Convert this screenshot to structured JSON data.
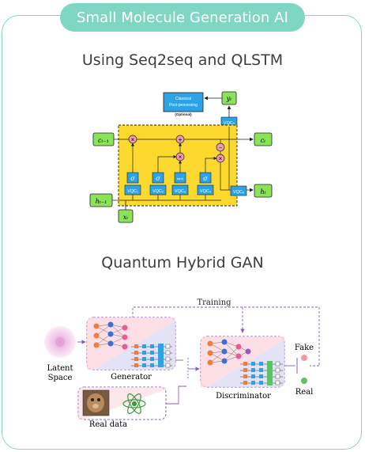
{
  "header": {
    "title": "Small Molecule Generation AI"
  },
  "section1": {
    "title": "Using Seq2seq and QLSTM",
    "diagram": {
      "postproc_line1": "Classical",
      "postproc_line2": "Post-processing",
      "postproc_note": "(Optional)",
      "y_out": "yₜ",
      "c_prev": "cₜ₋₁",
      "c_out": "cₜ",
      "h_prev": "hₜ₋₁",
      "h_out": "hₜ",
      "x_in": "xₜ",
      "vqc_labels": [
        "VQC₁",
        "VQC₂",
        "VQC₃",
        "VQC₄",
        "VQC₅",
        "VQC₆"
      ],
      "sigma": "σ",
      "tanh": "tanh",
      "colors": {
        "yellow": "#fbd92e",
        "node_green": "#8be35a",
        "vqc_blue": "#2ea2e6",
        "pink": "#f29ab2"
      }
    }
  },
  "section2": {
    "title": "Quantum Hybrid GAN",
    "diagram": {
      "training": "Training",
      "latent": [
        "Latent",
        "Space"
      ],
      "generator": "Generator",
      "discriminator": "Discriminator",
      "real_data": "Real data",
      "fake": "Fake",
      "real": "Real"
    }
  }
}
